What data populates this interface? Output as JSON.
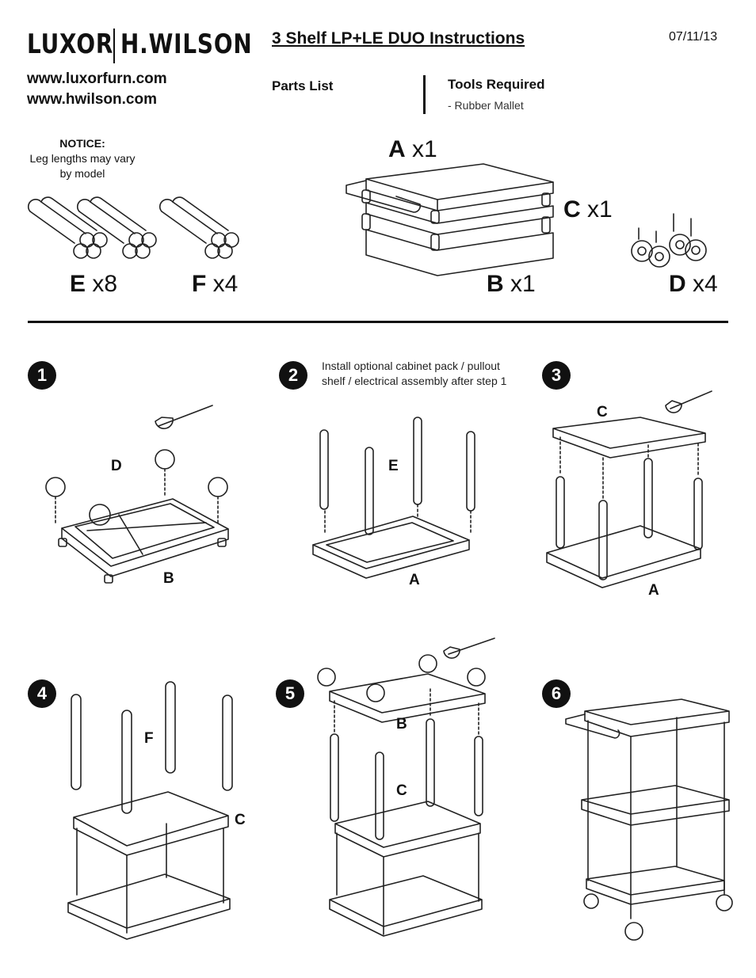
{
  "header": {
    "logo_left": "LUXOR",
    "logo_right": "H.WILSON",
    "urls": [
      "www.luxorfurn.com",
      "www.hwilson.com"
    ],
    "title": "3 Shelf LP+LE DUO Instructions",
    "date": "07/11/13"
  },
  "parts_list": {
    "heading": "Parts List",
    "notice_title": "NOTICE:",
    "notice_text": "Leg lengths may vary by model",
    "parts": [
      {
        "letter": "A",
        "qty": "x1"
      },
      {
        "letter": "B",
        "qty": "x1"
      },
      {
        "letter": "C",
        "qty": "x1"
      },
      {
        "letter": "D",
        "qty": "x4"
      },
      {
        "letter": "E",
        "qty": "x8"
      },
      {
        "letter": "F",
        "qty": "x4"
      }
    ]
  },
  "tools": {
    "heading": "Tools Required",
    "items": [
      "-  Rubber Mallet"
    ]
  },
  "steps": [
    {
      "number": "1",
      "labels": [
        "D",
        "B"
      ]
    },
    {
      "number": "2",
      "labels": [
        "E",
        "A"
      ],
      "note": "Install optional cabinet pack / pullout shelf / electrical assembly after step 1"
    },
    {
      "number": "3",
      "labels": [
        "C",
        "A"
      ]
    },
    {
      "number": "4",
      "labels": [
        "F",
        "C"
      ]
    },
    {
      "number": "5",
      "labels": [
        "B",
        "C"
      ]
    },
    {
      "number": "6",
      "labels": []
    }
  ]
}
